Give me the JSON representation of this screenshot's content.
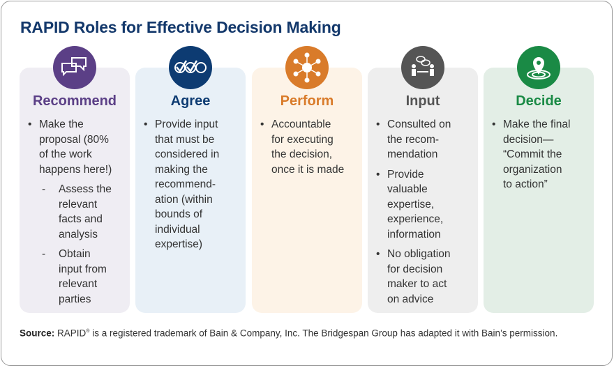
{
  "title": "RAPID Roles for Effective Decision Making",
  "roles": [
    {
      "name": "Recommend",
      "color": "#5b3f86",
      "bg": "#efedf3",
      "icon": "speech-bubbles-icon",
      "bullets": [
        {
          "text": "Make the\nproposal (80%\nof the work\nhappens here!)",
          "sub": false
        },
        {
          "text": "Assess the\nrelevant\nfacts and\nanalysis",
          "sub": true
        },
        {
          "text": "Obtain\ninput from\nrelevant\nparties",
          "sub": true
        }
      ]
    },
    {
      "name": "Agree",
      "color": "#0d3b72",
      "bg": "#e8f0f7",
      "icon": "checkmarks-icon",
      "bullets": [
        {
          "text": "Provide input\nthat must be\nconsidered in\nmaking the\nrecommend-\nation (within\nbounds of\nindividual\nexpertise)",
          "sub": false
        }
      ]
    },
    {
      "name": "Perform",
      "color": "#d97b2a",
      "bg": "#fdf3e7",
      "icon": "network-hub-icon",
      "bullets": [
        {
          "text": "Accountable\nfor executing\nthe decision,\nonce it is made",
          "sub": false
        }
      ]
    },
    {
      "name": "Input",
      "color": "#555555",
      "bg": "#eeeeee",
      "icon": "people-conversation-icon",
      "bullets": [
        {
          "text": "Consulted on\nthe recom-\nmendation",
          "sub": false
        },
        {
          "text": "Provide\nvaluable\nexpertise,\nexperience,\ninformation",
          "sub": false
        },
        {
          "text": "No obligation\nfor decision\nmaker to act\non advice",
          "sub": false
        }
      ]
    },
    {
      "name": "Decide",
      "color": "#1a8a45",
      "bg": "#e3eee6",
      "icon": "location-target-icon",
      "bullets": [
        {
          "text": "Make the final\ndecision—\n“Commit the\norganization\nto action”",
          "sub": false
        }
      ]
    }
  ],
  "source": {
    "label": "Source:",
    "rapid": "RAPID",
    "reg": "®",
    "text": " is a registered trademark of Bain & Company, Inc. The Bridgespan Group has adapted it with Bain’s permission."
  }
}
